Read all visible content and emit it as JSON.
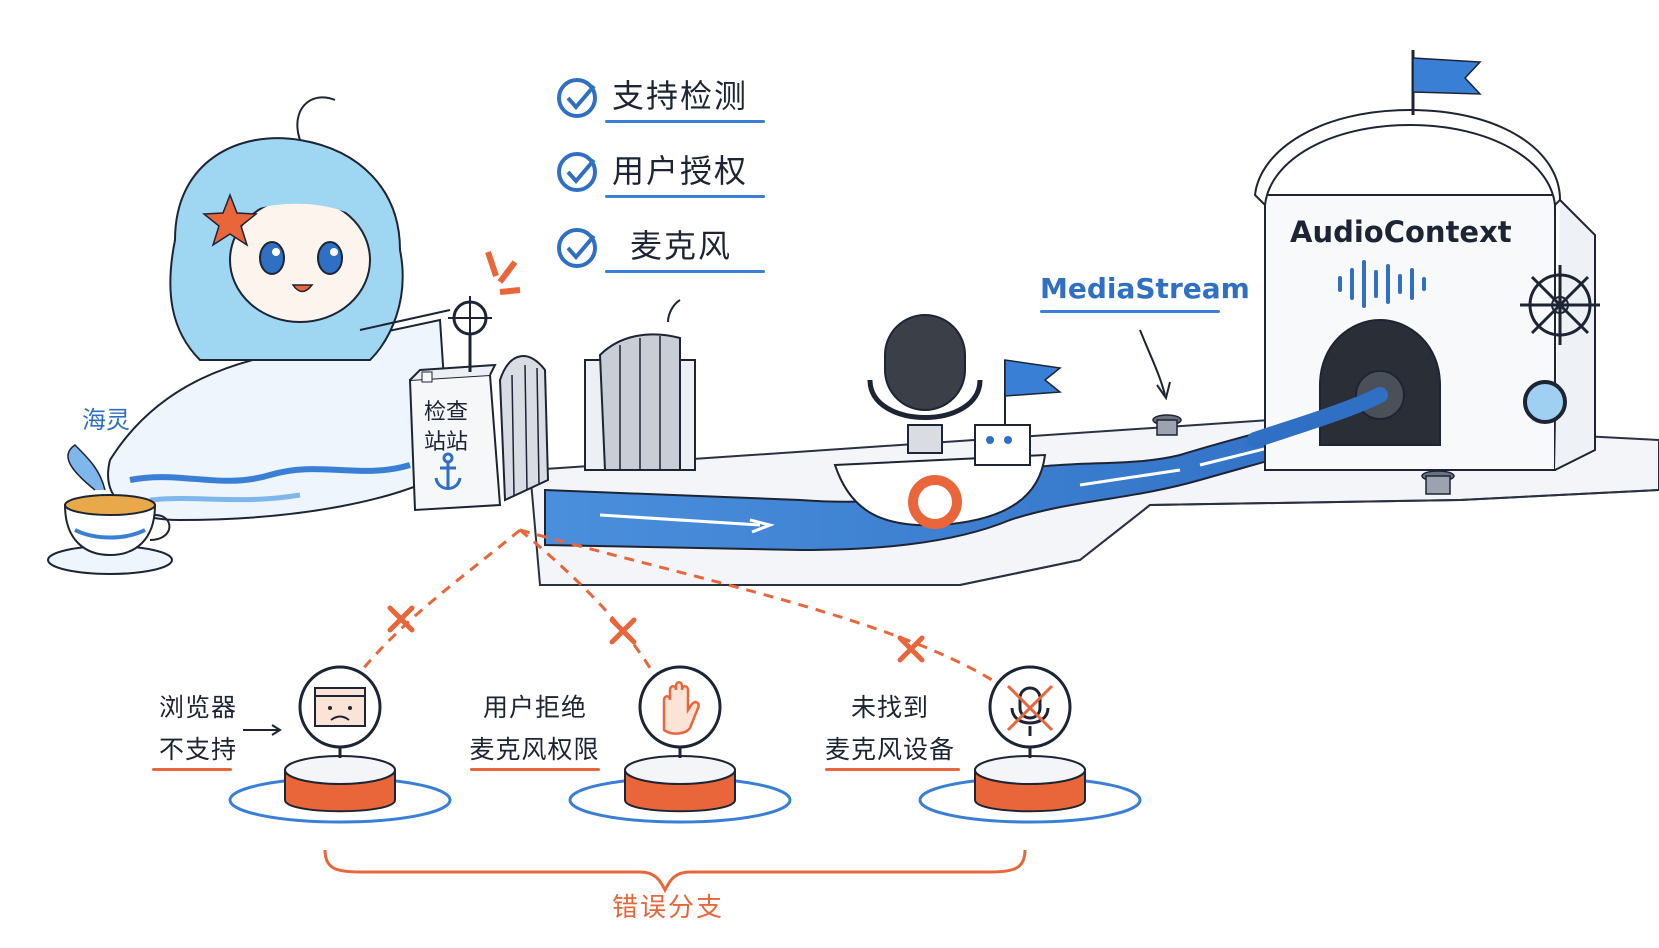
{
  "checklist": [
    {
      "label": "支持检测",
      "icon": "check-circle-icon"
    },
    {
      "label": "用户授权",
      "icon": "check-circle-icon"
    },
    {
      "label": "麦克风",
      "icon": "check-circle-icon"
    }
  ],
  "character": {
    "name": "海灵"
  },
  "checkpoint": {
    "label_line1": "检查",
    "label_line2": "站站"
  },
  "stream": {
    "label": "MediaStream"
  },
  "context": {
    "label": "AudioContext"
  },
  "errors": [
    {
      "line1": "浏览器",
      "line2": "不支持",
      "icon": "broken-browser-icon"
    },
    {
      "line1": "用户拒绝",
      "line2": "麦克风权限",
      "icon": "stop-hand-icon"
    },
    {
      "line1": "未找到",
      "line2": "麦克风设备",
      "icon": "muted-mic-icon"
    }
  ],
  "branch": {
    "label": "错误分支"
  },
  "colors": {
    "blue": "#3a7fd6",
    "orange": "#e8663a",
    "ink": "#1d2433",
    "water": "#4a8fdc"
  }
}
